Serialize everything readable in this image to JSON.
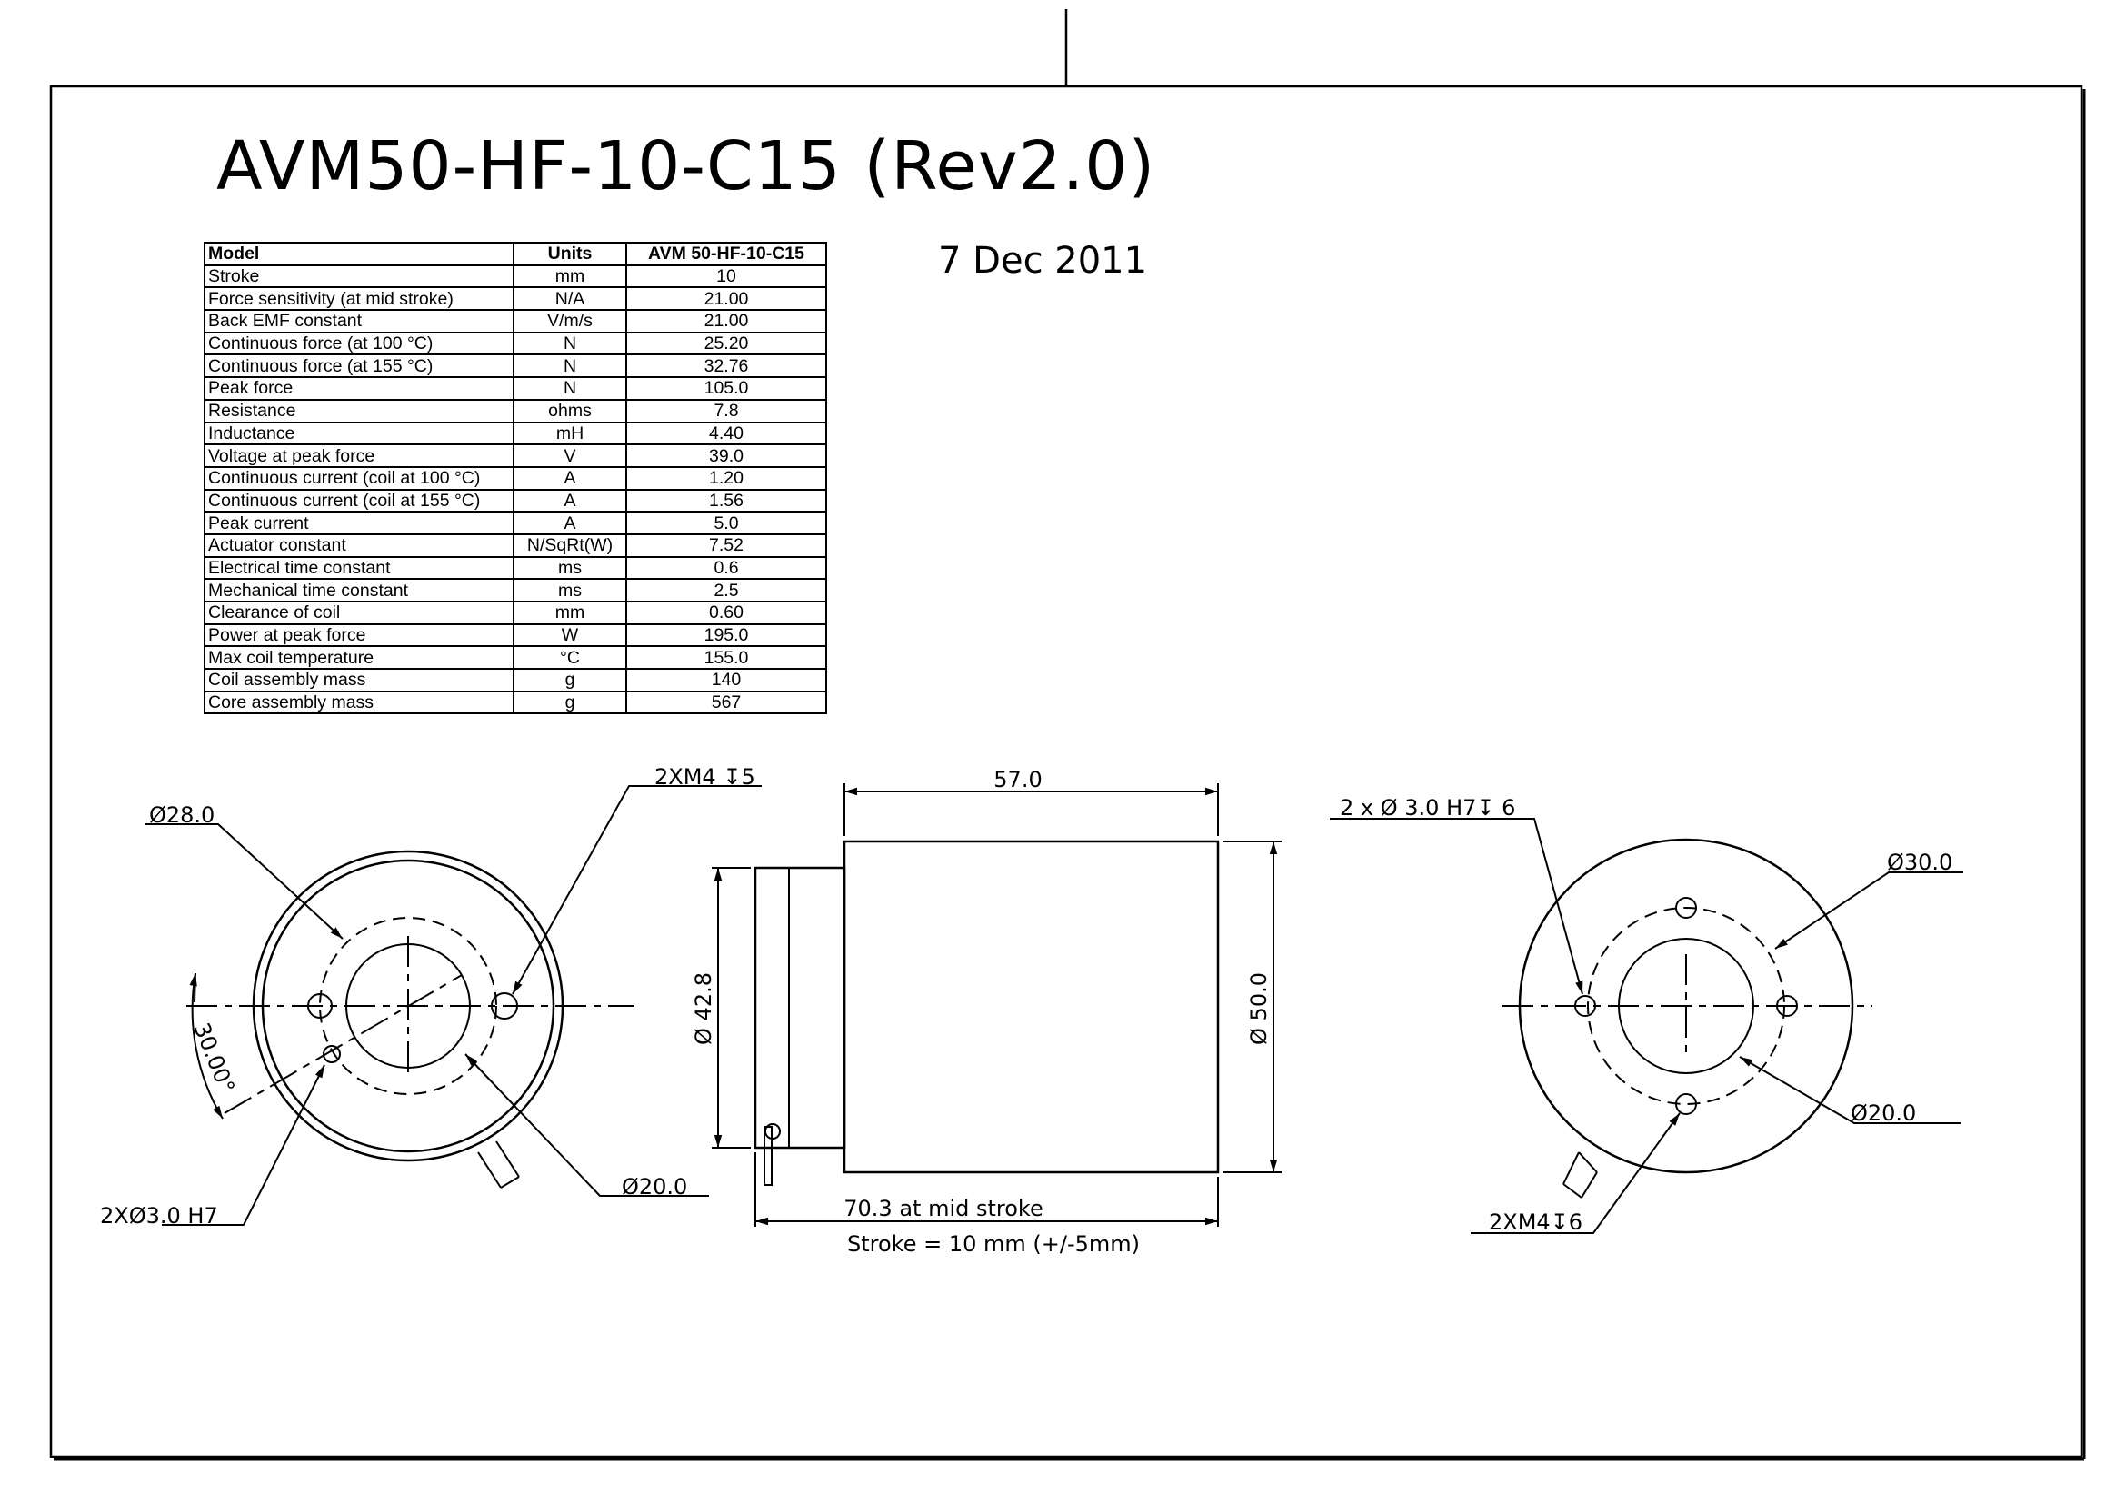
{
  "title": "AVM50-HF-10-C15 (Rev2.0)",
  "date": "7 Dec 2011",
  "spec_table": {
    "headers": [
      "Model",
      "Units",
      "AVM 50-HF-10-C15"
    ],
    "rows": [
      [
        "Stroke",
        "mm",
        "10"
      ],
      [
        "Force sensitivity (at mid stroke)",
        "N/A",
        "21.00"
      ],
      [
        "Back EMF constant",
        "V/m/s",
        "21.00"
      ],
      [
        "Continuous force (at 100 °C)",
        "N",
        "25.20"
      ],
      [
        "Continuous force (at 155 °C)",
        "N",
        "32.76"
      ],
      [
        "Peak force",
        "N",
        "105.0"
      ],
      [
        "Resistance",
        "ohms",
        "7.8"
      ],
      [
        "Inductance",
        "mH",
        "4.40"
      ],
      [
        "Voltage at peak force",
        "V",
        "39.0"
      ],
      [
        "Continuous current (coil at 100 °C)",
        "A",
        "1.20"
      ],
      [
        "Continuous current (coil at 155 °C)",
        "A",
        "1.56"
      ],
      [
        "Peak current",
        "A",
        "5.0"
      ],
      [
        "Actuator constant",
        "N/SqRt(W)",
        "7.52"
      ],
      [
        "Electrical time constant",
        "ms",
        "0.6"
      ],
      [
        "Mechanical time constant",
        "ms",
        "2.5"
      ],
      [
        "Clearance of coil",
        "mm",
        "0.60"
      ],
      [
        "Power at peak force",
        "W",
        "195.0"
      ],
      [
        "Max coil temperature",
        "°C",
        "155.0"
      ],
      [
        "Coil assembly mass",
        "g",
        "140"
      ],
      [
        "Core assembly mass",
        "g",
        "567"
      ]
    ]
  },
  "left_view": {
    "dia_28": "28.0",
    "thread_callout": "2XM4",
    "thread_depth": "5",
    "angle": "30.00°",
    "pin_holes": "2X",
    "pin_holes_dia": "3.0 H7",
    "dia_20": "20.0"
  },
  "side_view": {
    "length": "57.0",
    "dia_shaft": "42.8",
    "dia_body": "50.0",
    "overall": "70.3 at mid stroke",
    "stroke": "Stroke = 10 mm (+/-5mm)"
  },
  "right_view": {
    "pin_holes": "2 x",
    "pin_holes_dia": "3.0 H7",
    "pin_depth": "6",
    "dia_30": "30.0",
    "dia_20": "20.0",
    "thread_callout": "2XM4",
    "thread_depth": "6"
  },
  "symbols": {
    "diameter": "Ø",
    "depth": "↧"
  }
}
